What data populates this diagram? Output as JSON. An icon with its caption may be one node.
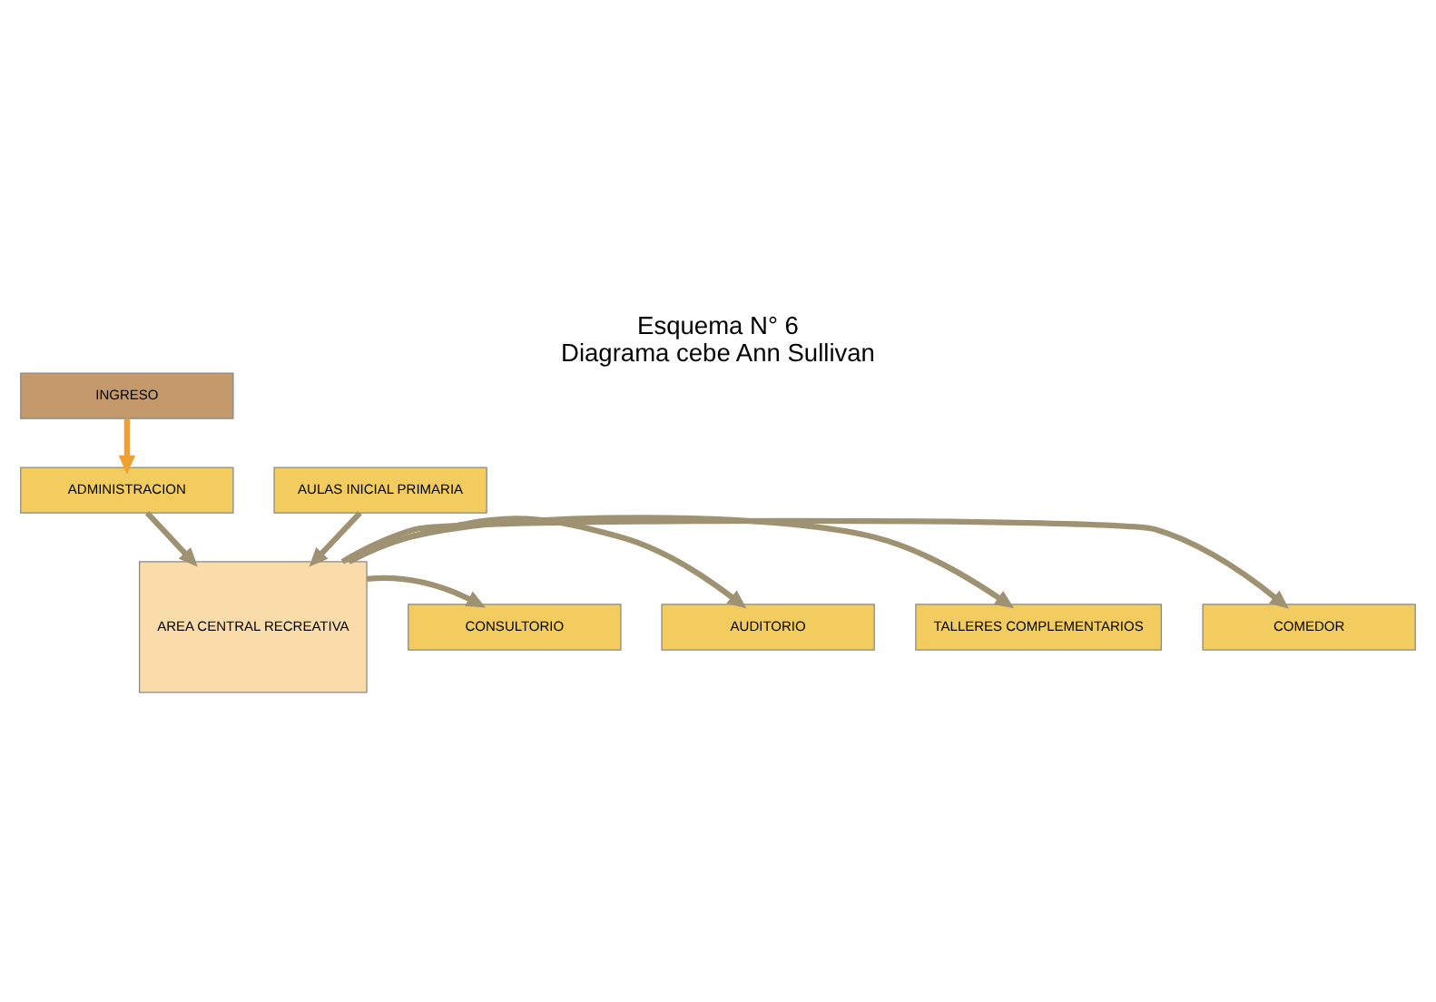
{
  "diagram": {
    "title": "Esquema N° 6",
    "caption": "Diagrama cebe Ann Sullivan",
    "nodes": [
      {
        "text": [
          "INGRESO"
        ]
      },
      {
        "text": [
          "ADMINISTRACION"
        ]
      },
      {
        "text": [
          "TALLERES COMPLEMENTARIOS"
        ]
      },
      {
        "text": [
          "AREA CENTRAL RECREATIVA"
        ]
      },
      {
        "text": [
          "CONSULTORIO"
        ]
      },
      {
        "text": [
          "COMEDOR"
        ]
      },
      {
        "text": [
          "AUDITORIO"
        ]
      },
      {
        "text": [
          "AULAS INICIAL PRIMARIA"
        ]
      }
    ],
    "edges": [
      {
        "from": 0,
        "to": 1,
        "arrow": "to",
        "color": "#f0a030"
      },
      {
        "from": 1,
        "to": 3,
        "arrow": "to"
      },
      {
        "from": 3,
        "to": 2,
        "arrow": "to"
      },
      {
        "from": 3,
        "to": 4,
        "arrow": "to"
      },
      {
        "from": 3,
        "to": 5,
        "arrow": "to"
      },
      {
        "from": 3,
        "to": 6,
        "arrow": "to"
      },
      {
        "from": 7,
        "to": 3,
        "arrow": "to"
      }
    ]
  }
}
